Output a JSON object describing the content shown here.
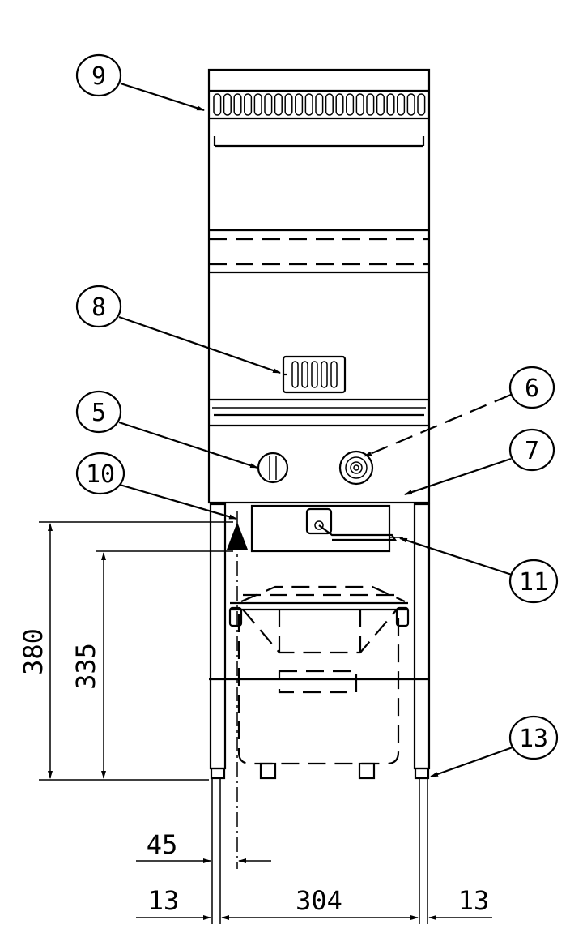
{
  "callouts": {
    "c9": "9",
    "c8": "8",
    "c6": "6",
    "c5": "5",
    "c7": "7",
    "c10": "10",
    "c11": "11",
    "c13": "13"
  },
  "dimensions": {
    "height_total": "380",
    "height_inner": "335",
    "offset_45": "45",
    "leg_left": "13",
    "width_304": "304",
    "leg_right": "13"
  }
}
